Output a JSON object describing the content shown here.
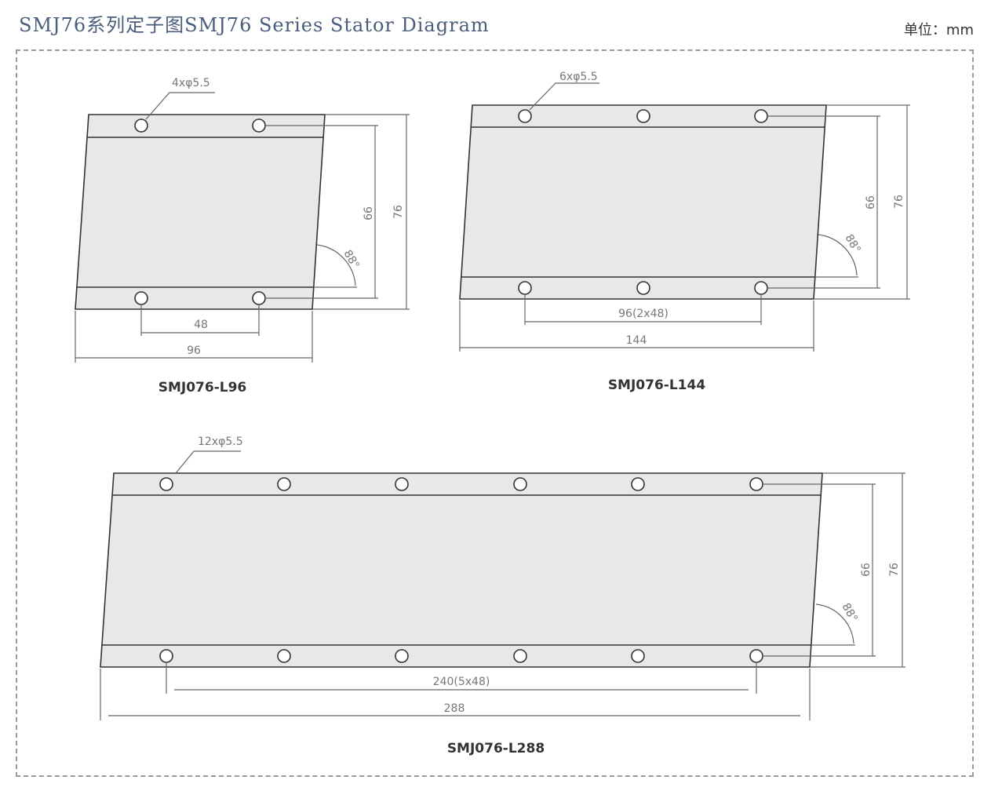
{
  "header": {
    "title": "SMJ76系列定子图SMJ76 Series Stator Diagram",
    "unit": "单位：mm"
  },
  "diagrams": [
    {
      "model": "SMJ076-L96",
      "hole_callout": "4xφ5.5",
      "pitch_label": "48",
      "length_label": "96",
      "inner_height_label": "66",
      "outer_height_label": "76",
      "angle_label": "88°"
    },
    {
      "model": "SMJ076-L144",
      "hole_callout": "6xφ5.5",
      "pitch_label": "96(2x48)",
      "length_label": "144",
      "inner_height_label": "66",
      "outer_height_label": "76",
      "angle_label": "88°"
    },
    {
      "model": "SMJ076-L288",
      "hole_callout": "12xφ5.5",
      "pitch_label": "240(5x48)",
      "length_label": "288",
      "inner_height_label": "66",
      "outer_height_label": "76",
      "angle_label": "88°"
    }
  ],
  "colors": {
    "plate_fill": "#e8e8ea",
    "outline": "#333333",
    "dimension": "#666666",
    "title": "#4a5d7a"
  }
}
